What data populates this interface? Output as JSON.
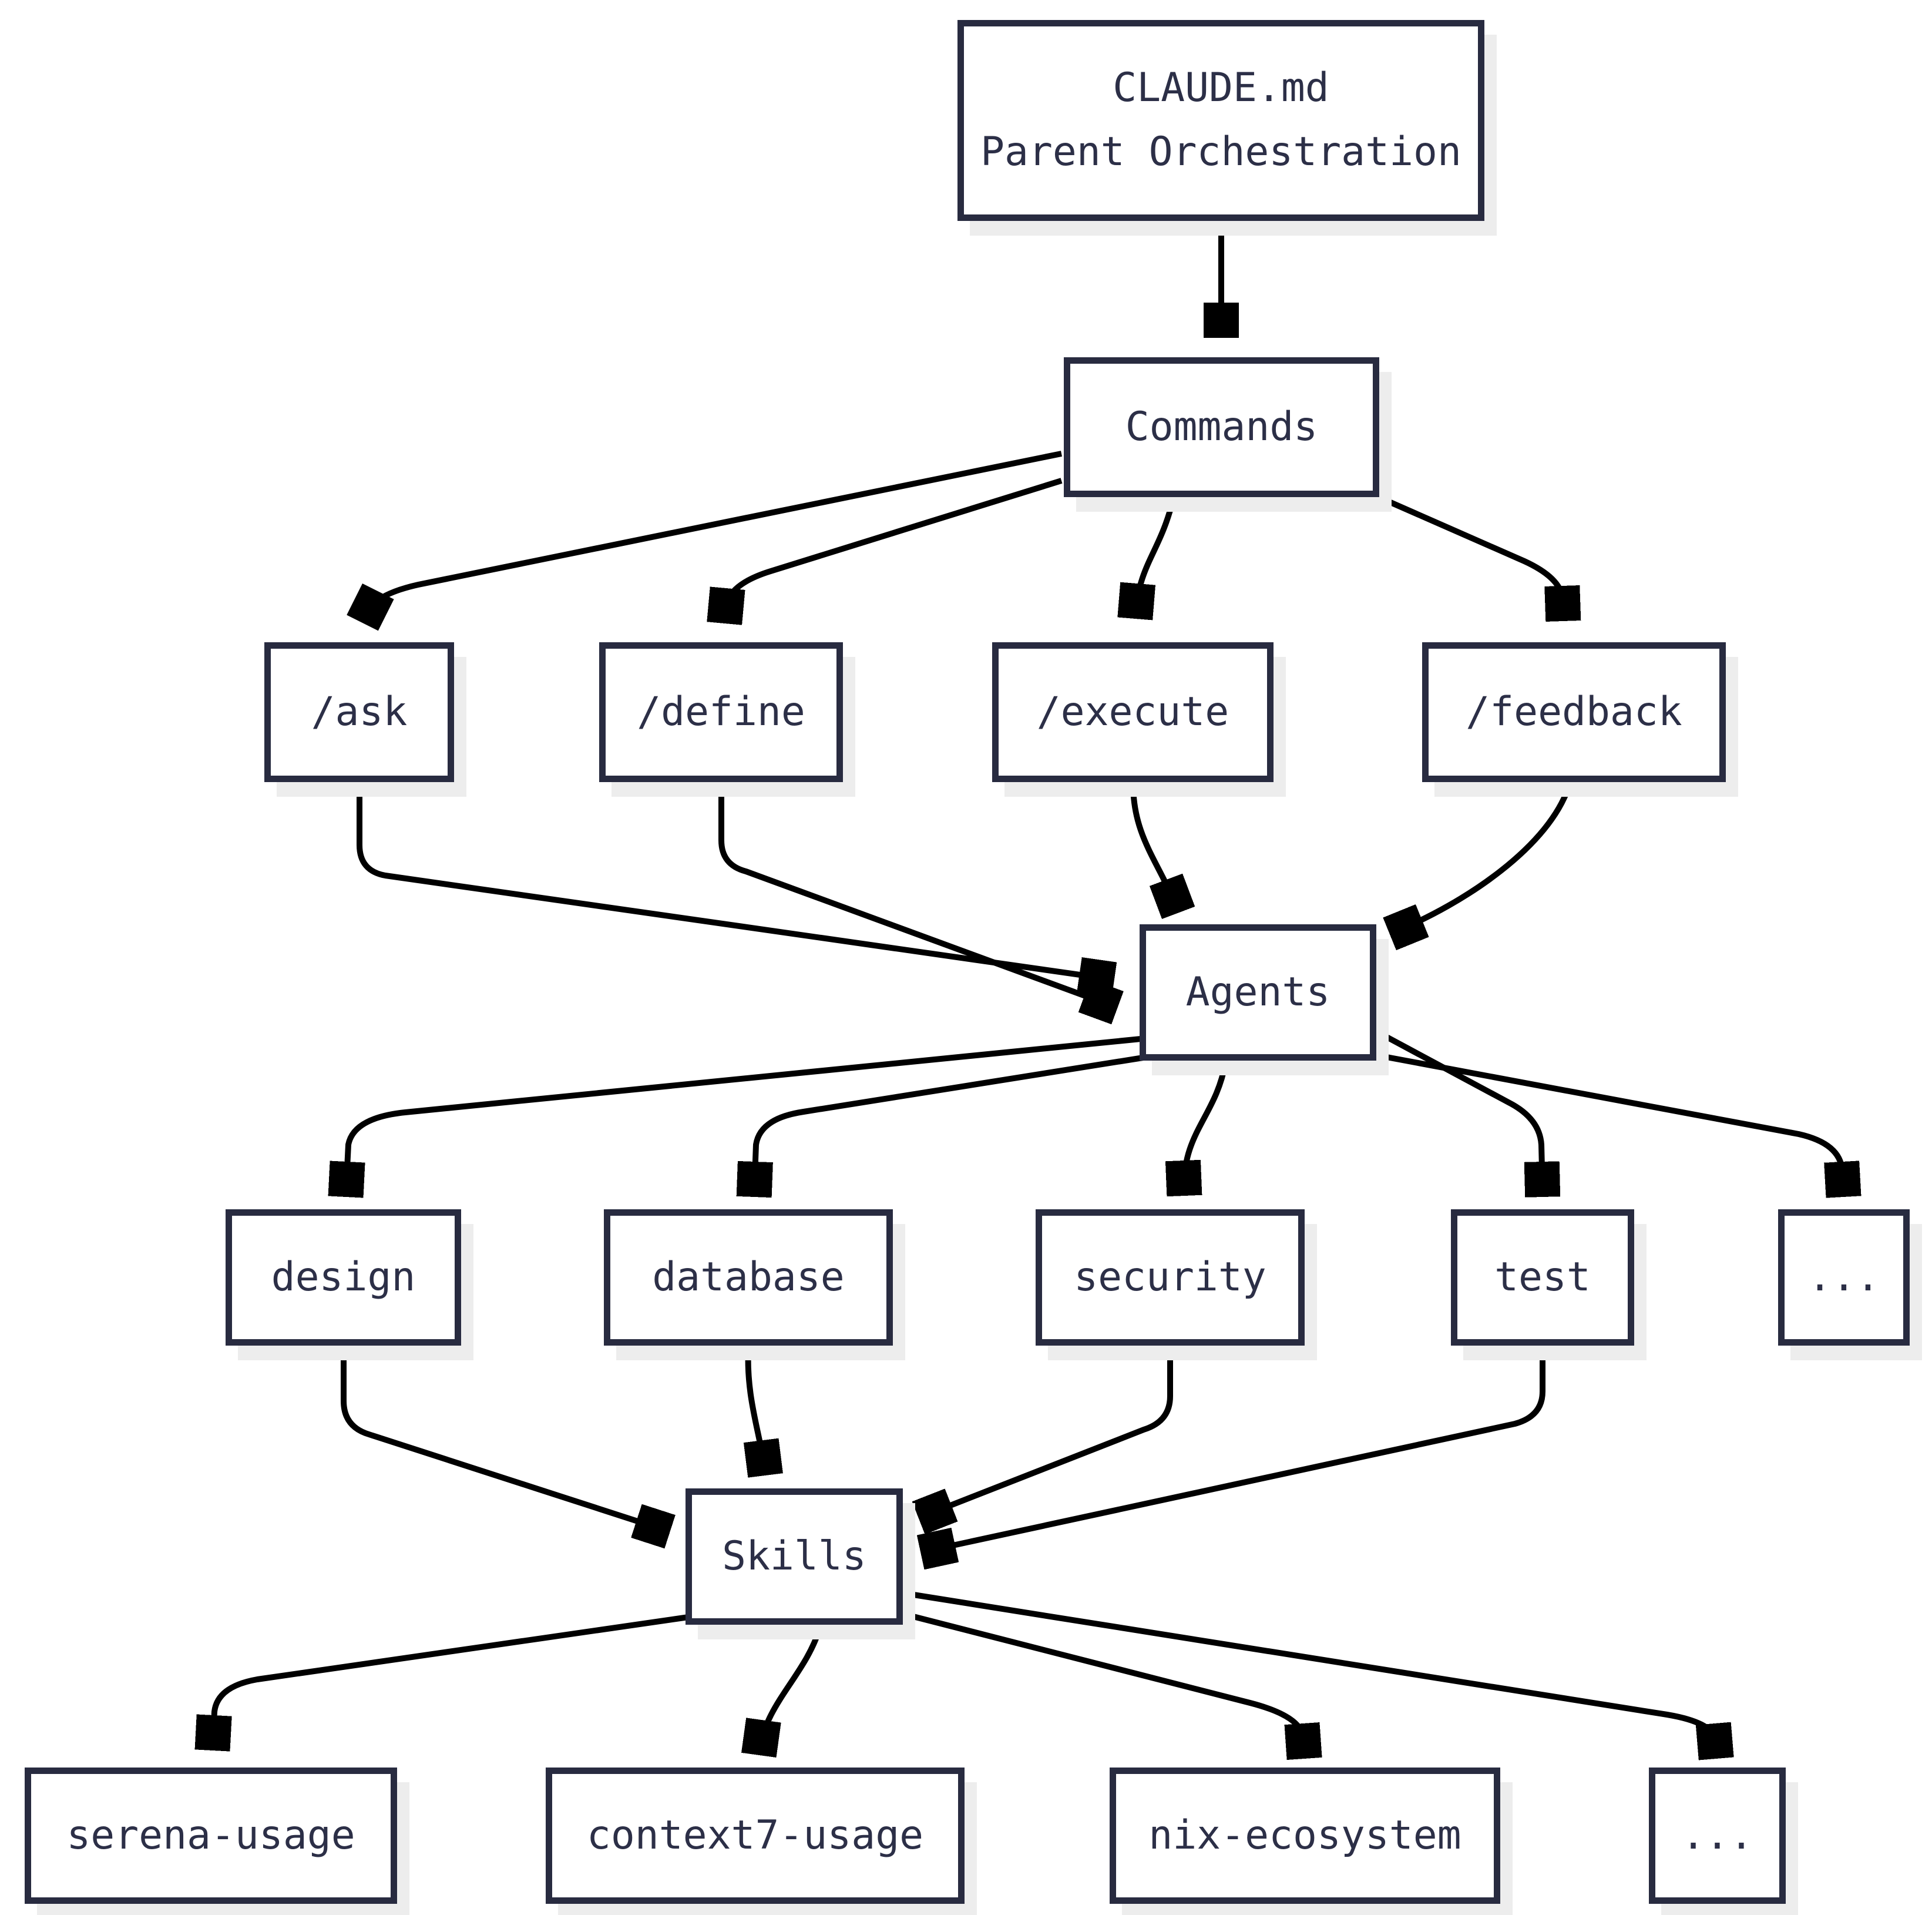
{
  "diagram": {
    "colors": {
      "node_border": "#282b40",
      "node_text": "#2c2f47",
      "arrow": "#000000",
      "shadow": "#ededed",
      "background": "#ffffff"
    },
    "nodes": {
      "claude": {
        "line1": "CLAUDE.md",
        "line2": "Parent Orchestration"
      },
      "commands": {
        "label": "Commands"
      },
      "ask": {
        "label": "/ask"
      },
      "define": {
        "label": "/define"
      },
      "execute": {
        "label": "/execute"
      },
      "feedback": {
        "label": "/feedback"
      },
      "agents": {
        "label": "Agents"
      },
      "design": {
        "label": "design"
      },
      "database": {
        "label": "database"
      },
      "security": {
        "label": "security"
      },
      "test": {
        "label": "test"
      },
      "agents_more": {
        "label": "..."
      },
      "skills": {
        "label": "Skills"
      },
      "serena": {
        "label": "serena-usage"
      },
      "context7": {
        "label": "context7-usage"
      },
      "nix": {
        "label": "nix-ecosystem"
      },
      "skills_more": {
        "label": "..."
      }
    },
    "edges": [
      {
        "from": "claude",
        "to": "commands"
      },
      {
        "from": "commands",
        "to": "ask"
      },
      {
        "from": "commands",
        "to": "define"
      },
      {
        "from": "commands",
        "to": "execute"
      },
      {
        "from": "commands",
        "to": "feedback"
      },
      {
        "from": "ask",
        "to": "agents"
      },
      {
        "from": "define",
        "to": "agents"
      },
      {
        "from": "execute",
        "to": "agents"
      },
      {
        "from": "feedback",
        "to": "agents"
      },
      {
        "from": "agents",
        "to": "design"
      },
      {
        "from": "agents",
        "to": "database"
      },
      {
        "from": "agents",
        "to": "security"
      },
      {
        "from": "agents",
        "to": "test"
      },
      {
        "from": "agents",
        "to": "agents_more"
      },
      {
        "from": "design",
        "to": "skills"
      },
      {
        "from": "database",
        "to": "skills"
      },
      {
        "from": "security",
        "to": "skills"
      },
      {
        "from": "test",
        "to": "skills"
      },
      {
        "from": "skills",
        "to": "serena"
      },
      {
        "from": "skills",
        "to": "context7"
      },
      {
        "from": "skills",
        "to": "nix"
      },
      {
        "from": "skills",
        "to": "skills_more"
      }
    ]
  }
}
